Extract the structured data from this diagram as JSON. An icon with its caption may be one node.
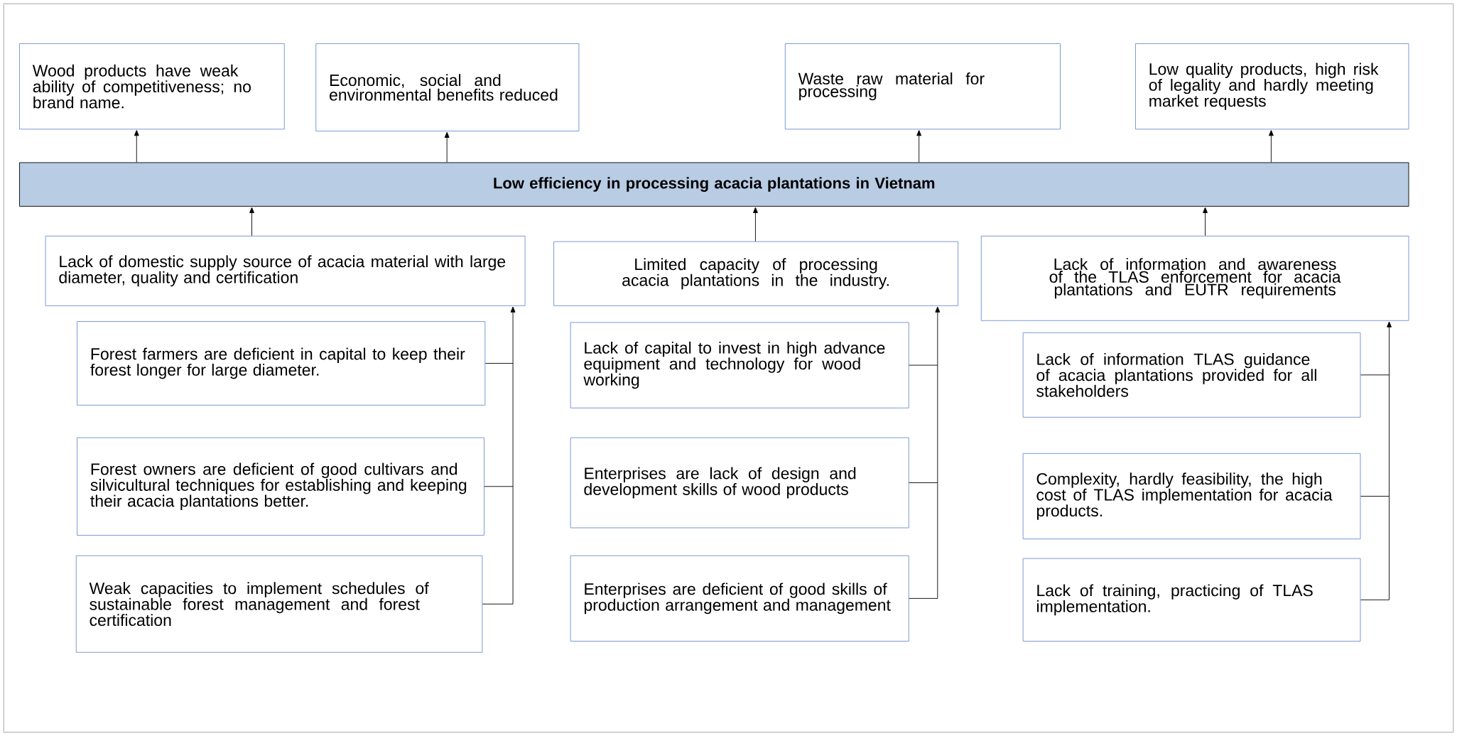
{
  "diagram": {
    "nodes": [
      {
        "text": [
          "Wood products have weak ability of competitiveness; no brand name."
        ]
      },
      {
        "text": [
          "Economic, social and environmental benefits reduced"
        ]
      },
      {
        "text": [
          "Waste raw material for processing"
        ]
      },
      {
        "text": [
          "Low quality products, high risk of legality and hardly meeting market requests"
        ]
      },
      {
        "text": [
          "Low efficiency in processing acacia plantations in Vietnam"
        ]
      },
      {
        "text": [
          "Lack of domestic supply source of acacia material with large diameter, quality and certification"
        ]
      },
      {
        "text": [
          "Limited capacity of processing acacia plantations in the industry."
        ]
      },
      {
        "text": [
          "Lack of information and awareness of the TLAS enforcement for acacia plantations and EUTR requirements"
        ]
      },
      {
        "text": [
          "Forest farmers are deficient in capital to keep their forest longer for large diameter."
        ]
      },
      {
        "text": [
          "Forest owners are deficient of good cultivars and silvicultural techniques for establishing and keeping their acacia plantations better."
        ]
      },
      {
        "text": [
          "Weak capacities to implement schedules of sustainable forest management and forest certification"
        ]
      },
      {
        "text": [
          "Lack of capital to invest in high advance equipment and technology for wood working"
        ]
      },
      {
        "text": [
          "Enterprises are lack of design and development skills of wood products"
        ]
      },
      {
        "text": [
          "Enterprises are deficient of good skills of production arrangement and management"
        ]
      },
      {
        "text": [
          "Lack of information TLAS guidance of acacia plantations provided for all stakeholders"
        ]
      },
      {
        "text": [
          "Complexity, hardly feasibility, the high cost of TLAS implementation for acacia products."
        ]
      },
      {
        "text": [
          "Lack of training, practicing of TLAS implementation."
        ]
      }
    ],
    "edges": [
      {
        "from": 4,
        "to": 0,
        "arrow": "to"
      },
      {
        "from": 4,
        "to": 1,
        "arrow": "to"
      },
      {
        "from": 4,
        "to": 2,
        "arrow": "to"
      },
      {
        "from": 4,
        "to": 3,
        "arrow": "to"
      },
      {
        "from": 5,
        "to": 4,
        "arrow": "to"
      },
      {
        "from": 6,
        "to": 4,
        "arrow": "to"
      },
      {
        "from": 7,
        "to": 4,
        "arrow": "to"
      },
      {
        "from": 8,
        "to": 5,
        "arrow": "to"
      },
      {
        "from": 9,
        "to": 5,
        "arrow": "to"
      },
      {
        "from": 10,
        "to": 5,
        "arrow": "to"
      },
      {
        "from": 11,
        "to": 6,
        "arrow": "to"
      },
      {
        "from": 12,
        "to": 6,
        "arrow": "to"
      },
      {
        "from": 13,
        "to": 6,
        "arrow": "to"
      },
      {
        "from": 14,
        "to": 7,
        "arrow": "to"
      },
      {
        "from": 15,
        "to": 7,
        "arrow": "to"
      },
      {
        "from": 16,
        "to": 7,
        "arrow": "to"
      }
    ]
  }
}
